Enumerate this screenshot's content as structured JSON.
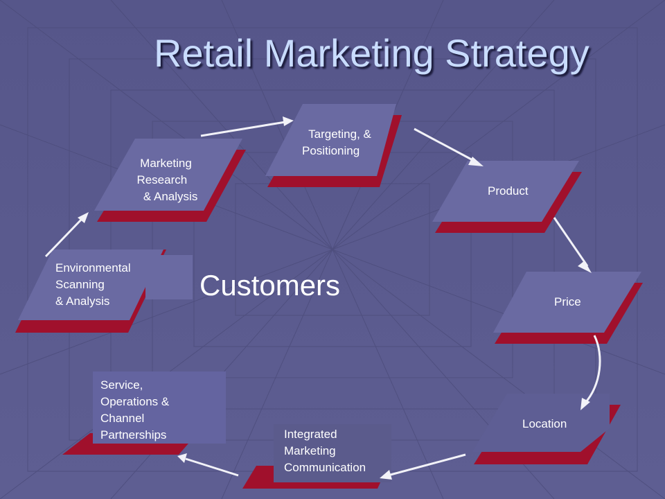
{
  "title": "Retail Marketing Strategy",
  "center_label": "Customers",
  "steps": {
    "environmental": "Environmental\nScanning\n& Analysis",
    "research": "   Marketing\n  Research\n    & Analysis",
    "targeting": "  Targeting, &\nPositioning",
    "product": "Product",
    "price": "Price",
    "location": "Location",
    "imc": "Integrated\nMarketing\nCommunication",
    "service": "Service,\nOperations &\nChannel\nPartnerships"
  },
  "colors": {
    "background": "#5b5b8c",
    "panel": "#6a6aa2",
    "shadow": "#a0102c",
    "arrow": "#f2f2f8",
    "title": "#c9dcff"
  }
}
